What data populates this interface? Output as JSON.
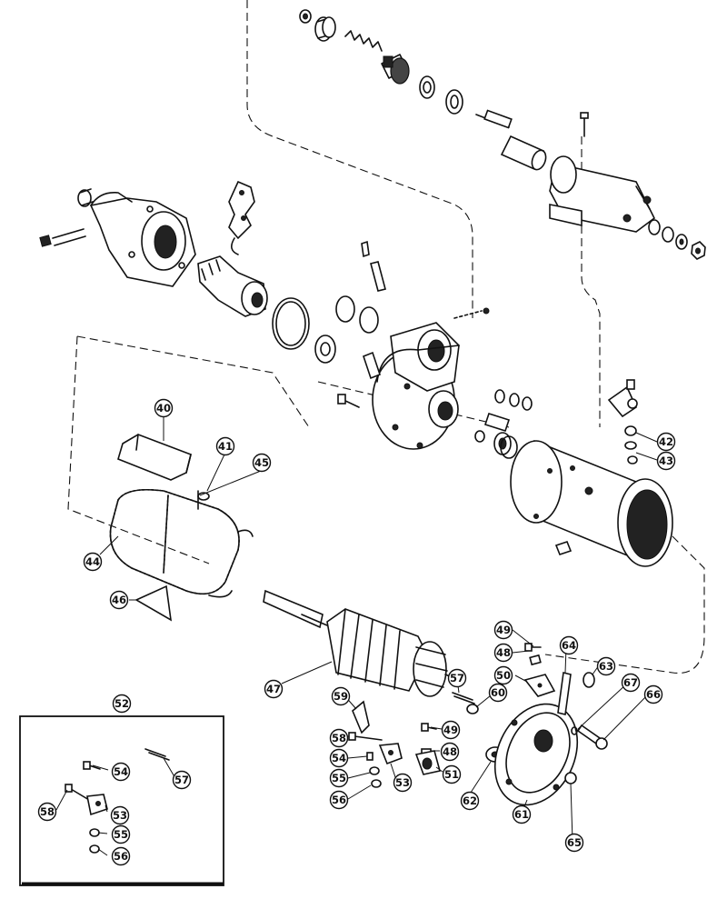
{
  "callouts": [
    {
      "id": "c40",
      "label": "40"
    },
    {
      "id": "c41",
      "label": "41"
    },
    {
      "id": "c42",
      "label": "42"
    },
    {
      "id": "c43",
      "label": "43"
    },
    {
      "id": "c44",
      "label": "44"
    },
    {
      "id": "c45",
      "label": "45"
    },
    {
      "id": "c46",
      "label": "46"
    },
    {
      "id": "c47",
      "label": "47"
    },
    {
      "id": "c48a",
      "label": "48"
    },
    {
      "id": "c48b",
      "label": "48"
    },
    {
      "id": "c49a",
      "label": "49"
    },
    {
      "id": "c49b",
      "label": "49"
    },
    {
      "id": "c50",
      "label": "50"
    },
    {
      "id": "c51",
      "label": "51"
    },
    {
      "id": "c52",
      "label": "52"
    },
    {
      "id": "c53a",
      "label": "53"
    },
    {
      "id": "c53b",
      "label": "53"
    },
    {
      "id": "c54a",
      "label": "54"
    },
    {
      "id": "c54b",
      "label": "54"
    },
    {
      "id": "c55a",
      "label": "55"
    },
    {
      "id": "c55b",
      "label": "55"
    },
    {
      "id": "c56a",
      "label": "56"
    },
    {
      "id": "c56b",
      "label": "56"
    },
    {
      "id": "c57a",
      "label": "57"
    },
    {
      "id": "c57b",
      "label": "57"
    },
    {
      "id": "c58a",
      "label": "58"
    },
    {
      "id": "c58b",
      "label": "58"
    },
    {
      "id": "c59",
      "label": "59"
    },
    {
      "id": "c60",
      "label": "60"
    },
    {
      "id": "c61",
      "label": "61"
    },
    {
      "id": "c62",
      "label": "62"
    },
    {
      "id": "c63",
      "label": "63"
    },
    {
      "id": "c64",
      "label": "64"
    },
    {
      "id": "c65",
      "label": "65"
    },
    {
      "id": "c66",
      "label": "66"
    },
    {
      "id": "c67",
      "label": "67"
    }
  ]
}
